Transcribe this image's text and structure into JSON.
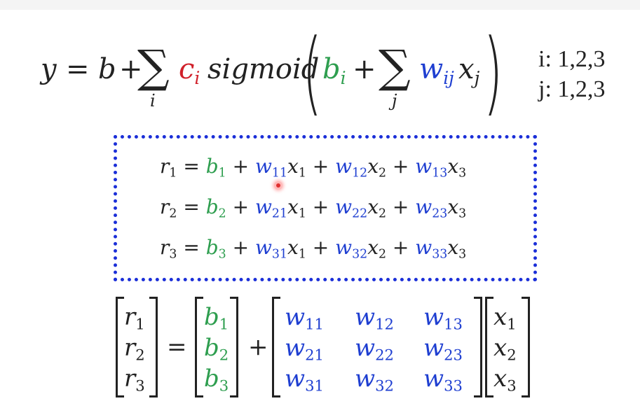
{
  "formula": {
    "y": "y",
    "eq": "=",
    "b": "b",
    "plus": "+",
    "sum_symbol": "∑",
    "sum_index_i": "i",
    "c": "c",
    "c_sub": "i",
    "sigmoid": "sigmoid",
    "b_i": "b",
    "b_i_sub": "i",
    "sum_index_j": "j",
    "w": "w",
    "w_sub": "ij",
    "x": "x",
    "x_sub": "j",
    "range_i": "i: 1,2,3",
    "range_j": "j: 1,2,3"
  },
  "equations": [
    {
      "r": "1",
      "b": "1",
      "w1": "11",
      "x1": "1",
      "w2": "12",
      "x2": "2",
      "w3": "13",
      "x3": "3"
    },
    {
      "r": "2",
      "b": "2",
      "w1": "21",
      "x1": "1",
      "w2": "22",
      "x2": "2",
      "w3": "23",
      "x3": "3"
    },
    {
      "r": "3",
      "b": "3",
      "w1": "31",
      "x1": "1",
      "w2": "32",
      "x2": "2",
      "w3": "33",
      "x3": "3"
    }
  ],
  "matrix": {
    "r_vector": [
      "1",
      "2",
      "3"
    ],
    "b_vector": [
      "1",
      "2",
      "3"
    ],
    "w_matrix": [
      [
        "11",
        "12",
        "13"
      ],
      [
        "21",
        "22",
        "23"
      ],
      [
        "31",
        "32",
        "33"
      ]
    ],
    "x_vector": [
      "1",
      "2",
      "3"
    ]
  },
  "colors": {
    "bias": "#2e9e4f",
    "weight": "#1f3fd1",
    "coefficient": "#d0202a",
    "box_border": "#1b2fd8"
  }
}
